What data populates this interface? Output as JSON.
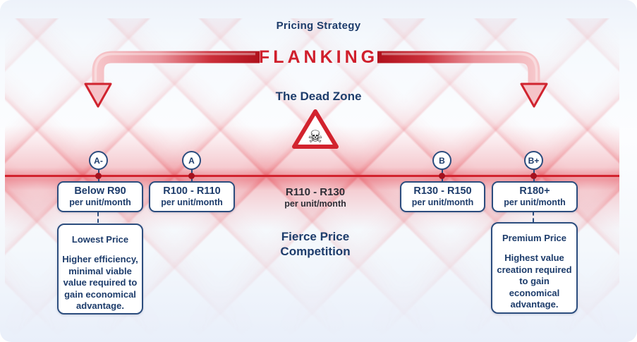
{
  "header": {
    "title": "Pricing Strategy",
    "strategy": "FLANKING"
  },
  "dead_zone": {
    "label": "The Dead Zone",
    "skull_glyph": "☠"
  },
  "center": {
    "price_range": "R110 - R130",
    "price_unit": "per unit/month",
    "competition_line1": "Fierce Price",
    "competition_line2": "Competition"
  },
  "markers": [
    {
      "id": "A-",
      "price": "Below R90",
      "unit": "per unit/month"
    },
    {
      "id": "A",
      "price": "R100 - R110",
      "unit": "per unit/month"
    },
    {
      "id": "B",
      "price": "R130 - R150",
      "unit": "per unit/month"
    },
    {
      "id": "B+",
      "price": "R180+",
      "unit": "per unit/month"
    }
  ],
  "detail_boxes": {
    "left": {
      "title": "Lowest Price",
      "body": "Higher efficiency, minimal viable value required to gain economical advantage."
    },
    "right": {
      "title": "Premium Price",
      "body": "Highest value creation required to gain economical advantage."
    }
  },
  "colors": {
    "accent_red": "#d01f2c",
    "axis_red": "#d2232e",
    "dot_red": "#a5121e",
    "navy": "#1d3c6b",
    "border_navy": "#2c4d7e",
    "background": "#edf2fa"
  }
}
